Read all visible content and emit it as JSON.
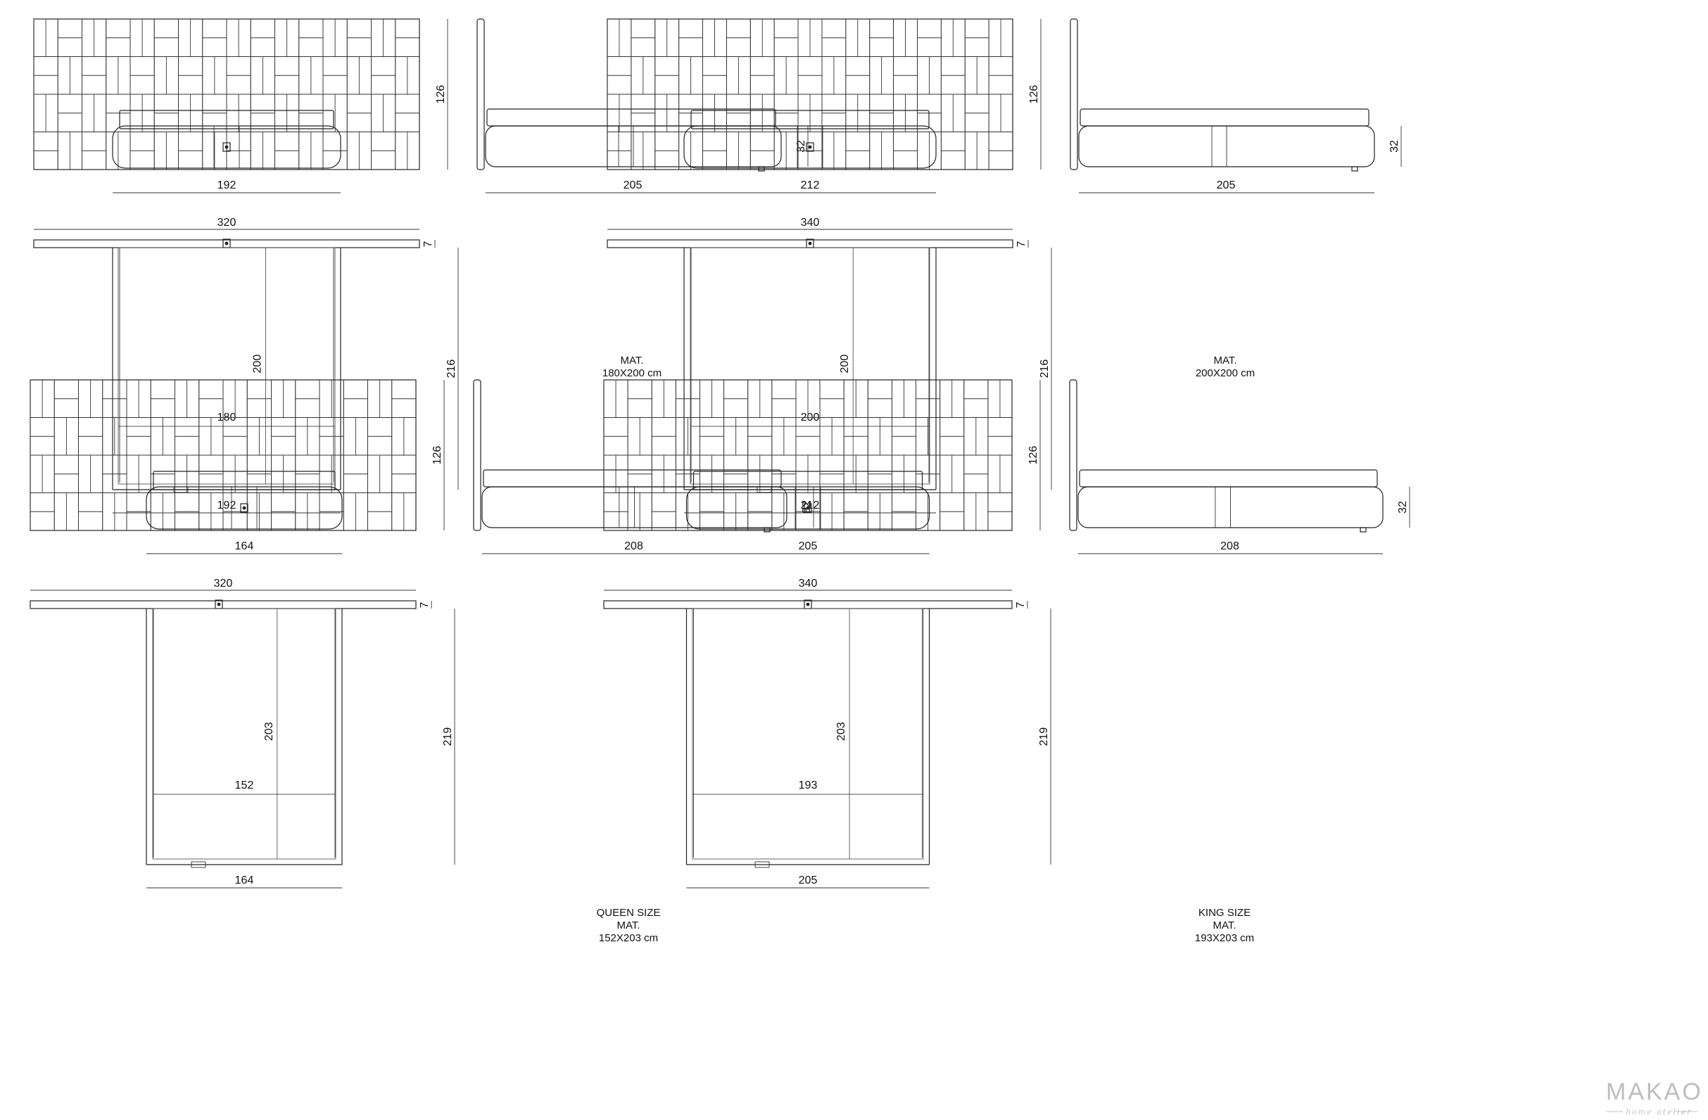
{
  "blocks": [
    {
      "id": "double-180",
      "front": {
        "height": "126",
        "width": "192"
      },
      "side": {
        "depth": "205",
        "height": "32"
      },
      "top": {
        "overall_width": "320",
        "headboard_depth": "7",
        "overall_length": "216",
        "mattress_length": "200",
        "mattress_width": "180",
        "base_width": "192"
      },
      "note": [
        "MAT.",
        "180X200 cm"
      ]
    },
    {
      "id": "double-200",
      "front": {
        "height": "126",
        "width": "212"
      },
      "side": {
        "depth": "205",
        "height": "32"
      },
      "top": {
        "overall_width": "340",
        "headboard_depth": "7",
        "overall_length": "216",
        "mattress_length": "200",
        "mattress_width": "200",
        "base_width": "212"
      },
      "note": [
        "MAT.",
        "200X200 cm"
      ]
    },
    {
      "id": "queen",
      "front": {
        "height": "126",
        "width": "164"
      },
      "side": {
        "depth": "208",
        "height": "32"
      },
      "top": {
        "overall_width": "320",
        "headboard_depth": "7",
        "overall_length": "219",
        "mattress_length": "203",
        "mattress_width": "152",
        "base_width": "164"
      },
      "note": [
        "QUEEN SIZE",
        "MAT.",
        "152X203 cm"
      ]
    },
    {
      "id": "king",
      "front": {
        "height": "126",
        "width": "205"
      },
      "side": {
        "depth": "208",
        "height": "32"
      },
      "top": {
        "overall_width": "340",
        "headboard_depth": "7",
        "overall_length": "219",
        "mattress_length": "203",
        "mattress_width": "193",
        "base_width": "205"
      },
      "note": [
        "KING SIZE",
        "MAT.",
        "193X203 cm"
      ]
    }
  ],
  "logo": {
    "name": "MAKAO",
    "tagline": "home atelier"
  }
}
